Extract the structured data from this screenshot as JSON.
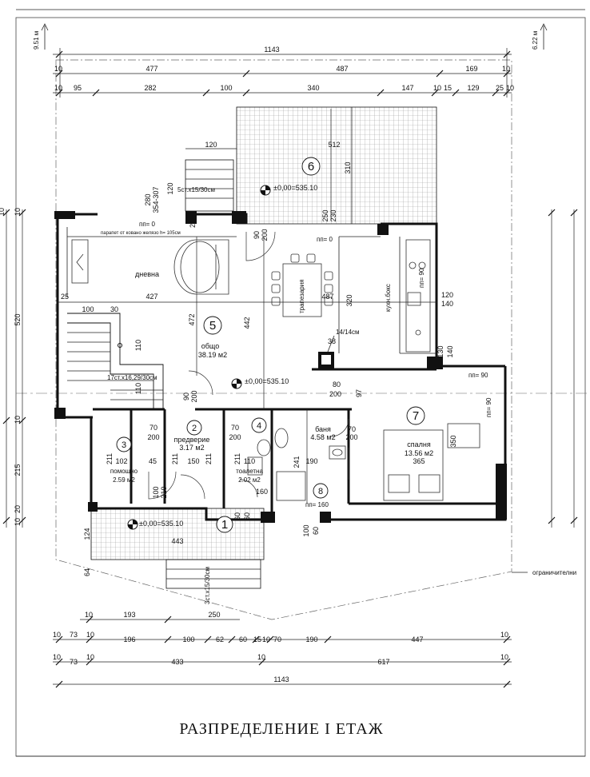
{
  "title": "РАЗПРЕДЕЛЕНИЕ I ЕТАЖ",
  "top_dims": {
    "overall": "1143",
    "row2": [
      "10",
      "477",
      "487",
      "169",
      "10"
    ],
    "row3": [
      "10",
      "95",
      "282",
      "100",
      "340",
      "147",
      "10",
      "15",
      "129",
      "25",
      "10"
    ]
  },
  "bottom_dims": {
    "row1": [
      "10",
      "193",
      "250"
    ],
    "row2": [
      "10",
      "73",
      "10",
      "196",
      "100",
      "62",
      "60",
      "15",
      "10",
      "70",
      "190",
      "447",
      "10"
    ],
    "row3": [
      "10",
      "73",
      "10",
      "433",
      "10",
      "617",
      "10"
    ],
    "overall": "1143"
  },
  "left_dims": [
    "520",
    "215",
    "10",
    "20",
    "10",
    "10",
    "10"
  ],
  "corner_marks": {
    "left": "9.51 м",
    "right": "6.22 м"
  },
  "rooms": [
    {
      "num": "1",
      "name": "",
      "area": ""
    },
    {
      "num": "2",
      "name": "предверие",
      "area": "3.17 м2"
    },
    {
      "num": "3",
      "name": "помощно",
      "area": "2.59 м2"
    },
    {
      "num": "4",
      "name": "тоалетна",
      "area": "2.02 м2"
    },
    {
      "num": "5",
      "name": "общо",
      "area": "38.19 м2"
    },
    {
      "num": "6",
      "name": "",
      "area": ""
    },
    {
      "num": "7",
      "name": "спалня",
      "area": "13.56 м2"
    },
    {
      "num": "8",
      "name": "баня",
      "area": "4.58 м2"
    }
  ],
  "labels": {
    "living": "дневна",
    "dining": "трапезария",
    "kitchen": "кухн.бокс",
    "stair_top": "5ст.x15/30см",
    "stair_main": "17ст.x16,29/30см",
    "stair_bottom": "3ст.x15/30см",
    "parapet": "парапет от ковано желязо h= 105см",
    "chimney": "14/14см",
    "elev_terrace": "±0,00=535.10",
    "elev_hall": "±0,00=535.10",
    "elev_porch": "±0,00=535.10",
    "sill_0a": "пп= 0",
    "sill_0b": "пп= 0",
    "sill_90a": "пп= 90",
    "sill_90b": "пп= 90",
    "sill_90c": "пп= 90",
    "sill_160": "пп= 160",
    "boundary": "ограничителни"
  },
  "plan_dims": {
    "d427": "427",
    "d487": "487",
    "d472": "472",
    "d442": "442",
    "d512": "512",
    "d310": "310",
    "d120a": "120",
    "d120b": "120",
    "d250": "250",
    "d230": "230",
    "d100": "100",
    "d30": "30",
    "d25": "25",
    "d110a": "110",
    "d110b": "110",
    "d70a": "70",
    "d200a": "200",
    "d70b": "70",
    "d200b": "200",
    "d70c": "70",
    "d200c": "200",
    "d90a": "90",
    "d200d": "200",
    "d80": "80",
    "d200e": "200",
    "d97": "97",
    "d102": "102",
    "d150": "150",
    "d110c": "110",
    "d190": "190",
    "d365": "365",
    "d350": "350",
    "d241": "241",
    "d211a": "211",
    "d211b": "211",
    "d211c": "211",
    "d211d": "211",
    "d45": "45",
    "d210": "210",
    "d100b": "100",
    "d60a": "60",
    "d60b": "60",
    "d160": "160",
    "d320": "320",
    "d120c": "120",
    "d140a": "140",
    "d130": "130",
    "d140b": "140",
    "d38": "38",
    "d443": "443",
    "d124": "124",
    "d64": "64",
    "d100c": "100",
    "d60c": "60",
    "d280": "280",
    "d354": "354-307",
    "d90b": "90",
    "d200f": "200",
    "d25b": "25"
  }
}
